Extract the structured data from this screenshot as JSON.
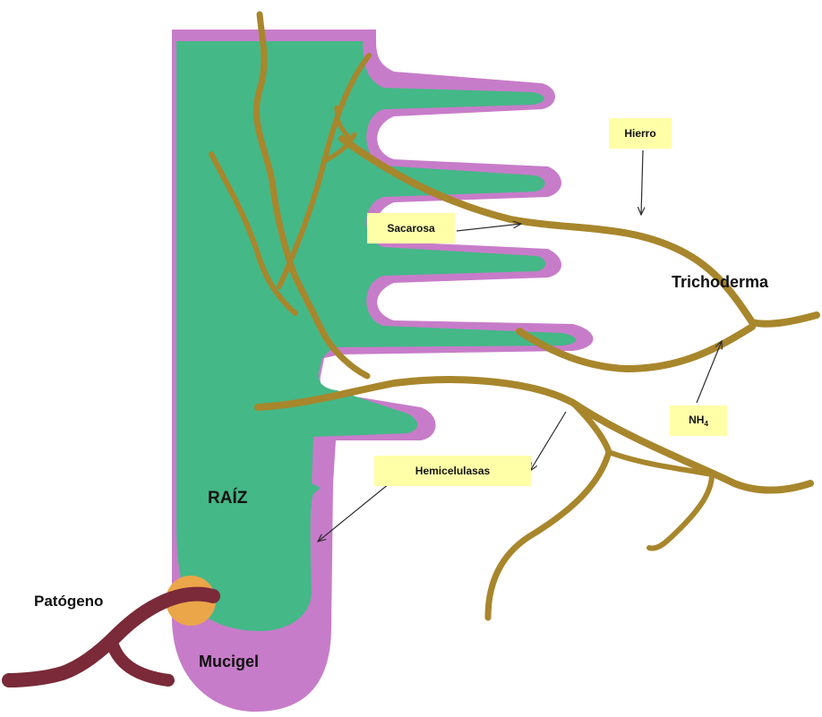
{
  "labels": {
    "raiz": "RAÍZ",
    "mucigel": "Mucigel",
    "patogeno": "Patógeno",
    "trichoderma": "Trichoderma",
    "hierro": "Hierro",
    "sacarosa": "Sacarosa",
    "hemicelulasas": "Hemicelulasas",
    "nh4_base": "NH",
    "nh4_sub": "4"
  },
  "colors": {
    "root": "#44b887",
    "mucigel": "#c77cc9",
    "hypha": "#a8862c",
    "pathogen": "#7a2a38",
    "contact_zone": "#eba64a",
    "label_box": "#ffffa8"
  }
}
